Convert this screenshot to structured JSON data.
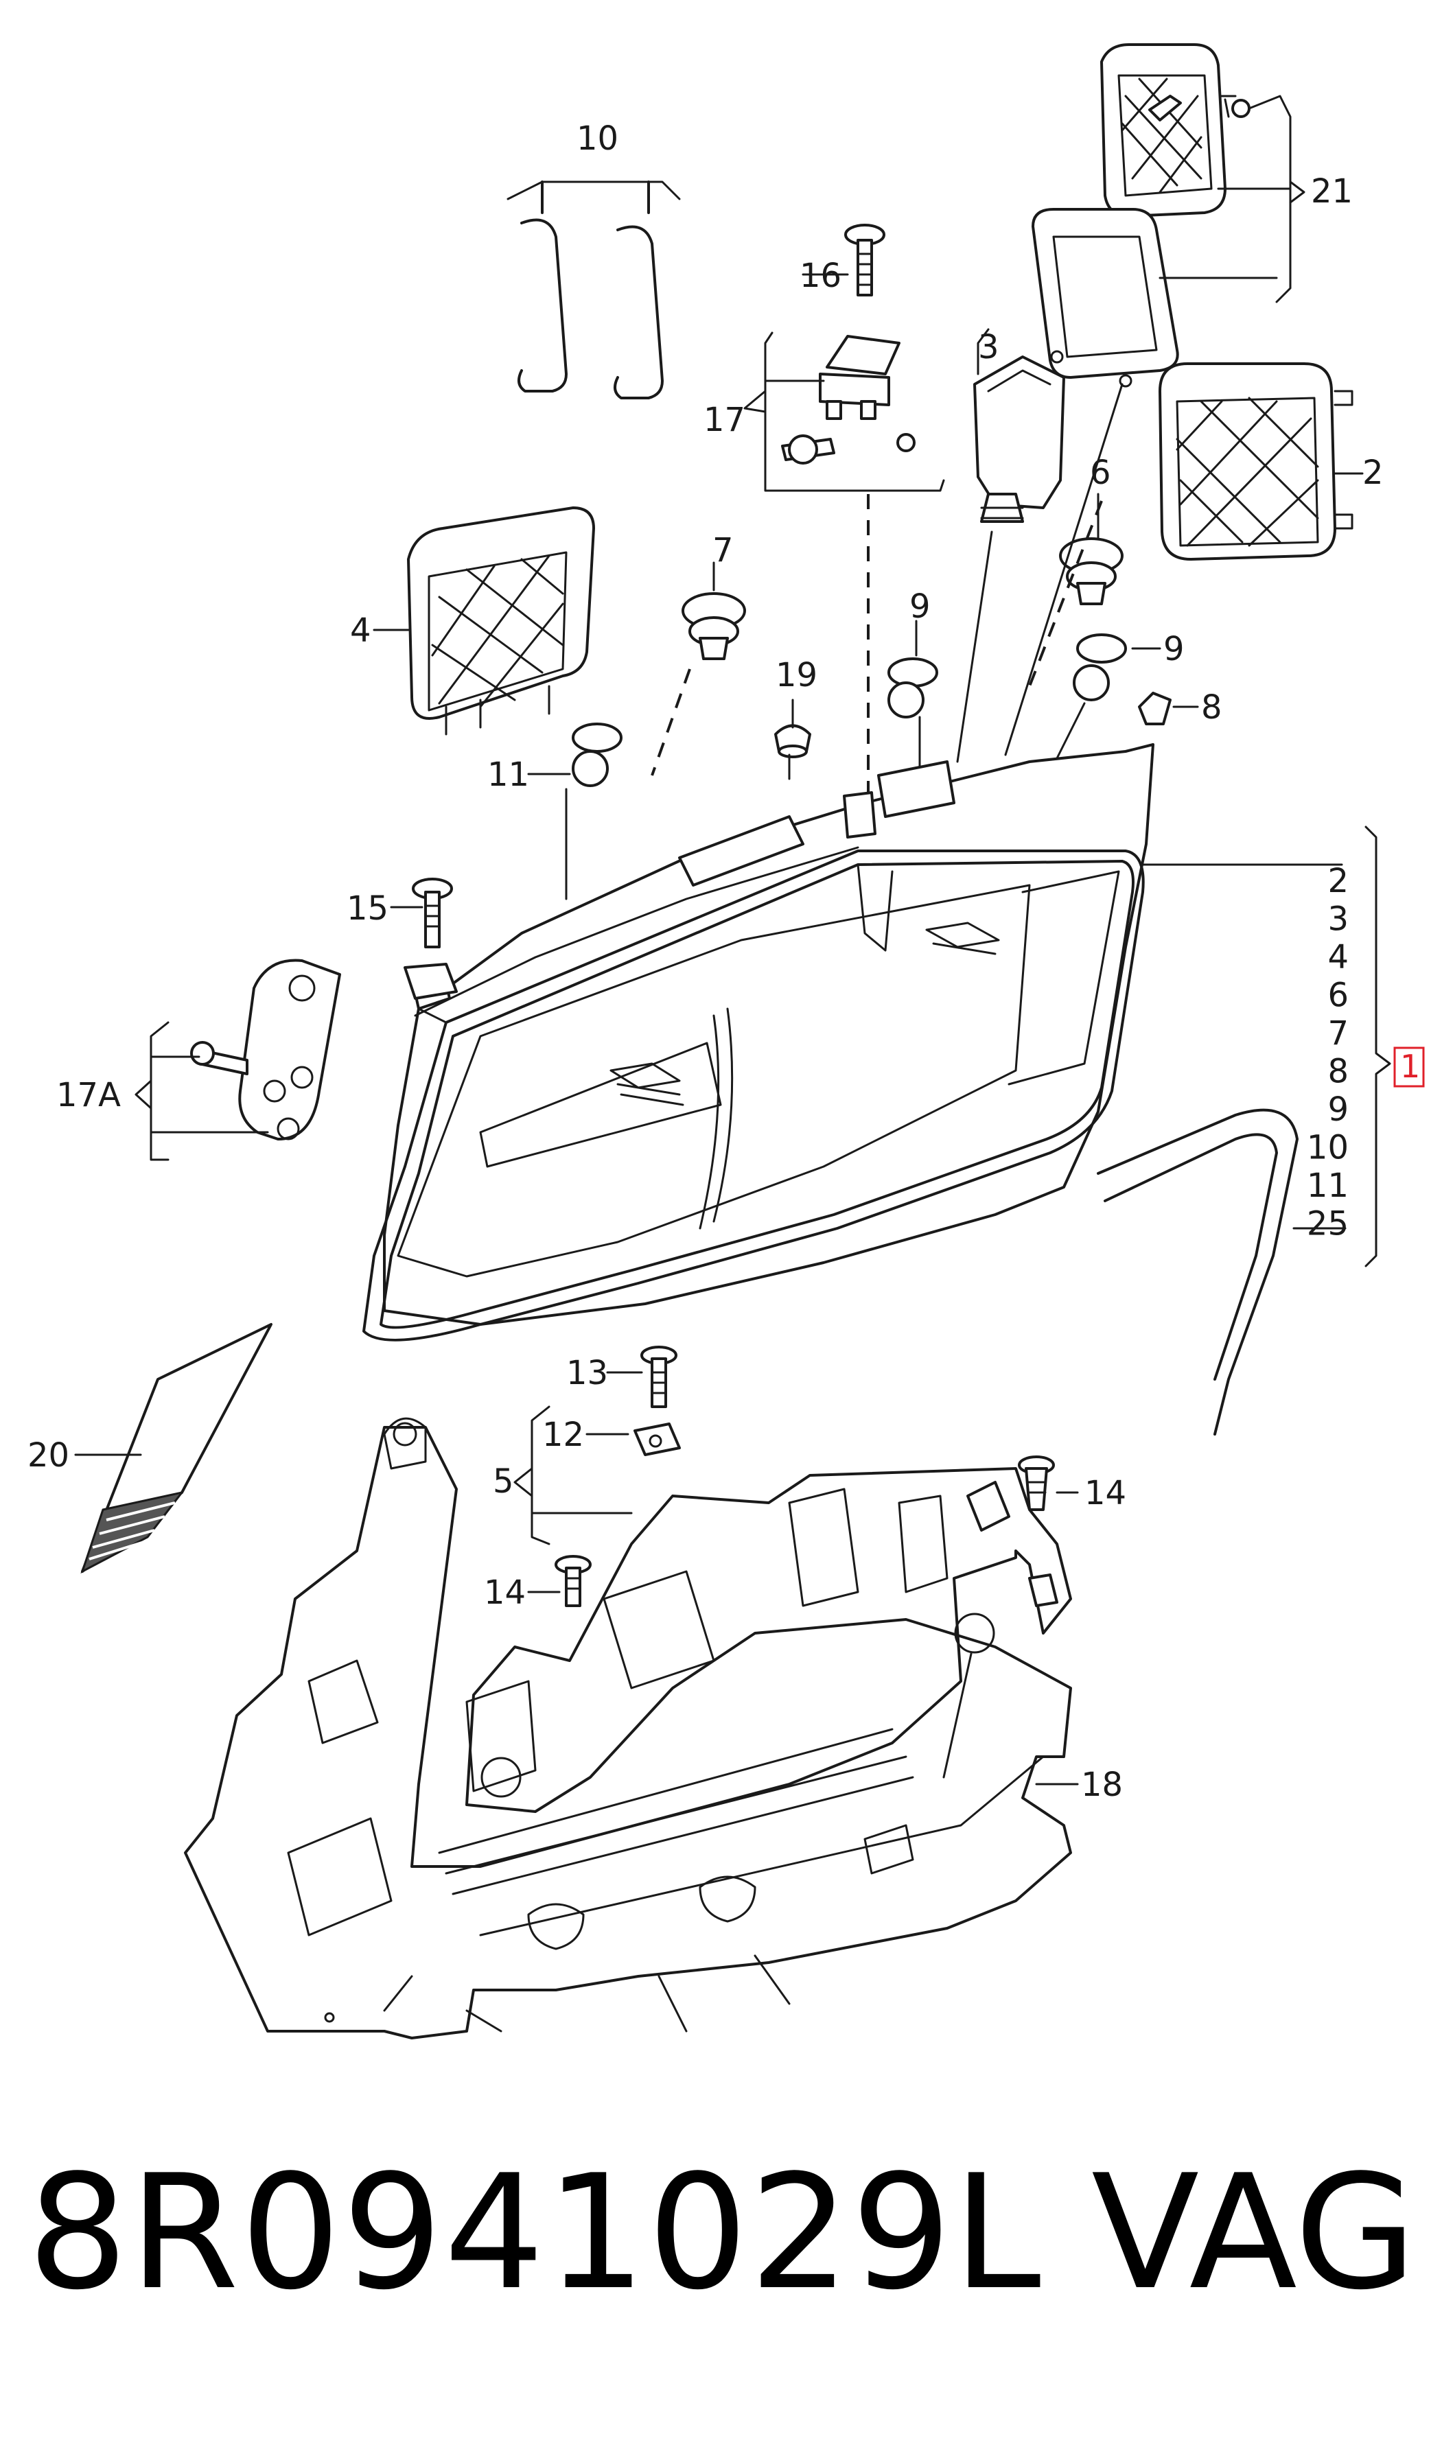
{
  "callouts": {
    "c10": "10",
    "c21": "21",
    "c16": "16",
    "c3": "3",
    "c17": "17",
    "c2": "2",
    "c6": "6",
    "c7": "7",
    "c4": "4",
    "c9a": "9",
    "c9b": "9",
    "c8": "8",
    "c19": "19",
    "c11": "11",
    "c15": "15",
    "c17a": "17A",
    "c13": "13",
    "c12": "12",
    "c5": "5",
    "c14a": "14",
    "c14b": "14",
    "c18": "18",
    "c20": "20",
    "assembly_ref": "1"
  },
  "assembly_list": [
    "2",
    "3",
    "4",
    "6",
    "7",
    "8",
    "9",
    "10",
    "11",
    "25"
  ],
  "footer": {
    "part_number": "8R0941029L",
    "brand": "VAG"
  },
  "colors": {
    "line": "#1a1a1a",
    "background": "#ffffff",
    "assembly_ref_box": "#e0202a"
  }
}
